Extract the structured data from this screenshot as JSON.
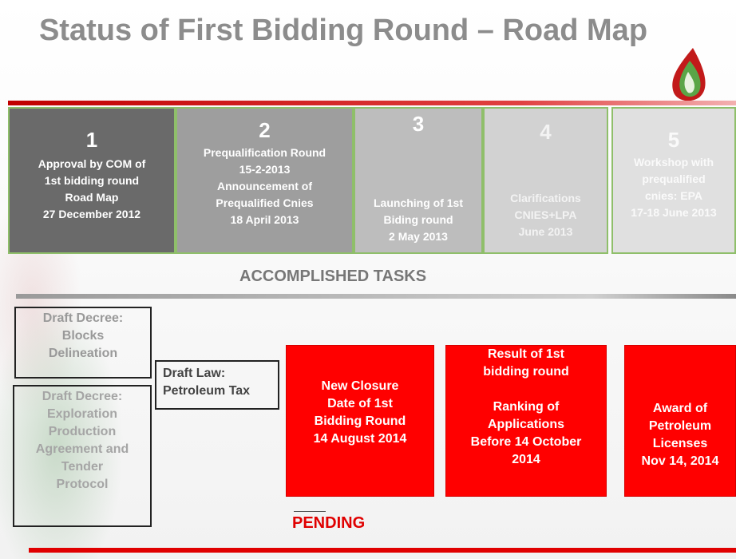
{
  "slide": {
    "title": "Status of First Bidding Round – Road Map",
    "accent_color": "#ff0000",
    "completed_color": "#6a6a6a"
  },
  "steps": [
    {
      "number": "1",
      "text": "Approval by COM of\n1st bidding round\nRoad Map\n27 December 2012"
    },
    {
      "number": "2",
      "text": "Prequalification Round\n15-2-2013\nAnnouncement of\nPrequalified Cnies\n18 April 2013"
    },
    {
      "number": "3",
      "text": "\nLaunching of 1st\nBiding round\n2 May 2013"
    },
    {
      "number": "4",
      "text": "\nClarifications\nCNIES+LPA\nJune 2013"
    },
    {
      "number": "5",
      "text": "Workshop with\nprequalified\ncnies: EPA\n17-18 June 2013"
    }
  ],
  "accomplished_label": "ACCOMPLISHED TASKS",
  "drafts": [
    "Draft Decree:\nBlocks\nDelineation",
    "Draft Law:\nPetroleum Tax",
    "Draft Decree:\nExploration\nProduction\nAgreement and\nTender\nProtocol"
  ],
  "pending_items": [
    "New Closure\nDate of 1st\nBidding Round\n14 August 2014",
    "Result of 1st\nbidding round\n\nRanking of\nApplications\nBefore 14 October\n2014",
    "Award of\nPetroleum\nLicenses\nNov 14, 2014"
  ],
  "pending_label": "PENDING",
  "logo_icon": "drop-logo-icon"
}
